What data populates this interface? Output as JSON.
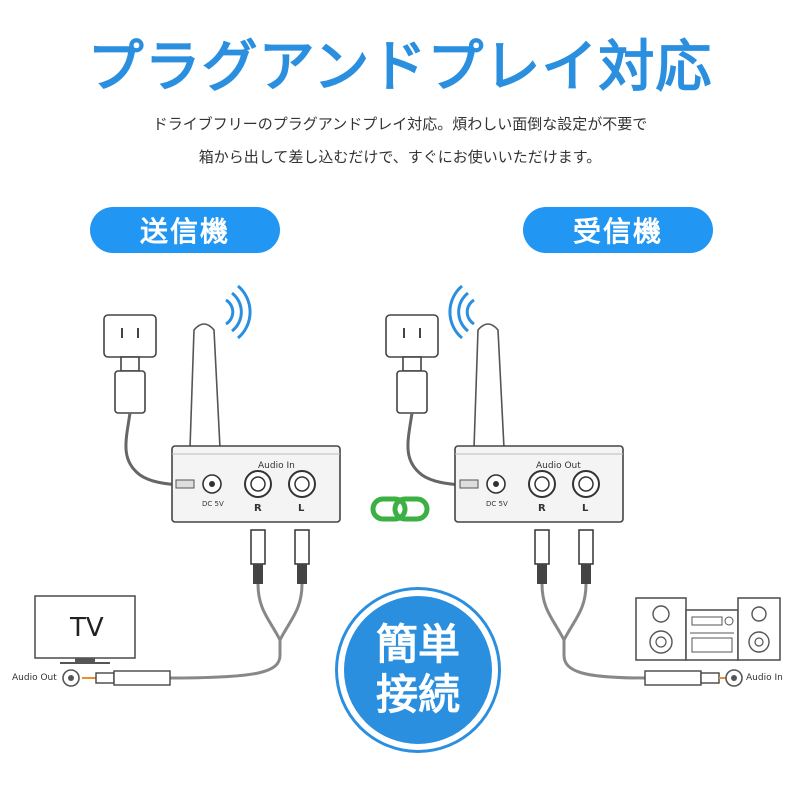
{
  "header": {
    "title": "プラグアンドプレイ対応",
    "description_line1": "ドライブフリーのプラグアンドプレイ対応。煩わしい面倒な設定が不要で",
    "description_line2": "箱から出して差し込むだけで、すぐにお使いいただけます。"
  },
  "labels": {
    "transmitter": "送信機",
    "receiver": "受信機"
  },
  "transmitter_device": {
    "port_group_label": "Audio In",
    "dc_label": "DC 5V",
    "right_label": "R",
    "left_label": "L"
  },
  "receiver_device": {
    "port_group_label": "Audio Out",
    "dc_label": "DC 5V",
    "right_label": "R",
    "left_label": "L"
  },
  "tv": {
    "screen_text": "TV",
    "port_label": "Audio Out"
  },
  "speaker_system": {
    "port_label": "Audio In"
  },
  "badge": {
    "line1": "簡単",
    "line2": "接続"
  },
  "colors": {
    "accent": "#2b8fe0",
    "pill": "#2196f3",
    "link": "#3cb043",
    "plug_tip": "#f28c28"
  }
}
